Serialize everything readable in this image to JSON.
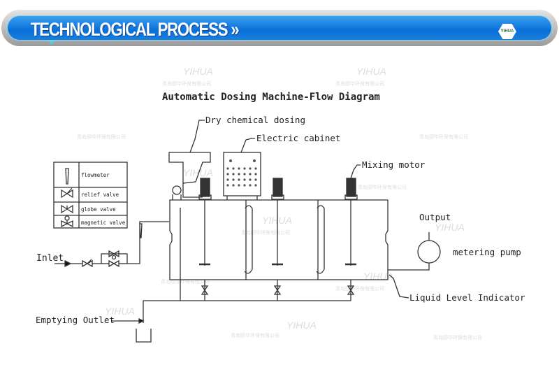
{
  "header": {
    "title": "TECHNOLOGICAL PROCESS »",
    "logo_text": "YIHUA"
  },
  "diagram": {
    "title": "Automatic Dosing Machine-Flow Diagram",
    "labels": {
      "dry_chemical": "Dry chemical dosing",
      "electric_cabinet": "Electric cabinet",
      "mixing_motor": "Mixing motor",
      "output": "Output",
      "metering_pump": "metering pump",
      "liquid_level": "Liquid Level Indicator",
      "inlet": "Inlet",
      "emptying_outlet": "Emptying Outlet"
    },
    "legend": [
      {
        "icon": "flowmeter-icon",
        "label": "flowmeter"
      },
      {
        "icon": "relief-valve-icon",
        "label": "relief valve"
      },
      {
        "icon": "globe-valve-icon",
        "label": "globe valve"
      },
      {
        "icon": "magnetic-valve-icon",
        "label": "magnetic valve"
      }
    ],
    "watermark": {
      "brand": "YIHUA",
      "company": "青岛颐华环保有限公司"
    }
  }
}
